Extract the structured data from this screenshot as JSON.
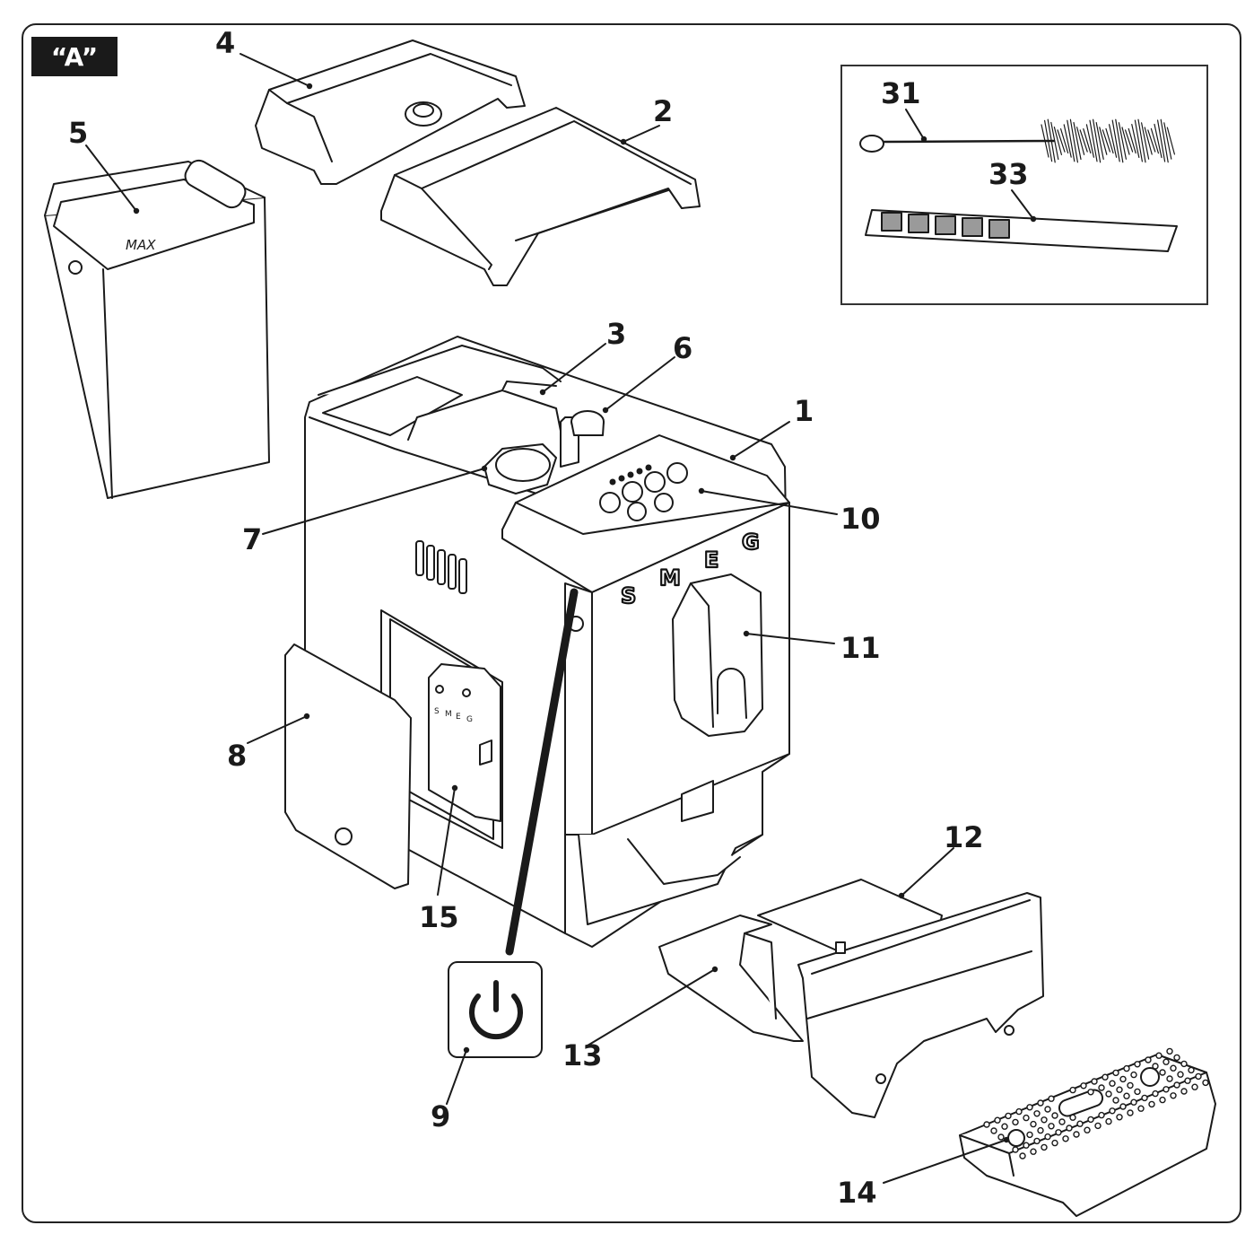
{
  "figure_tag": "“A”",
  "smeg_letters": [
    "S",
    "M",
    "E",
    "G"
  ],
  "tank_marking": "MAX",
  "brew_unit_letters": [
    "S",
    "M",
    "E",
    "G"
  ],
  "callouts": {
    "c1": "1",
    "c2": "2",
    "c3": "3",
    "c4": "4",
    "c5": "5",
    "c6": "6",
    "c7": "7",
    "c8": "8",
    "c9": "9",
    "c10": "10",
    "c11": "11",
    "c12": "12",
    "c13": "13",
    "c14": "14",
    "c15": "15",
    "c31": "31",
    "c33": "33"
  },
  "colors": {
    "line": "#1a1a1a",
    "fill": "#ffffff",
    "tag_bg": "#1a1a1a",
    "strip_pad": "#9a9a9a"
  },
  "icons": {
    "power": "power-icon"
  }
}
